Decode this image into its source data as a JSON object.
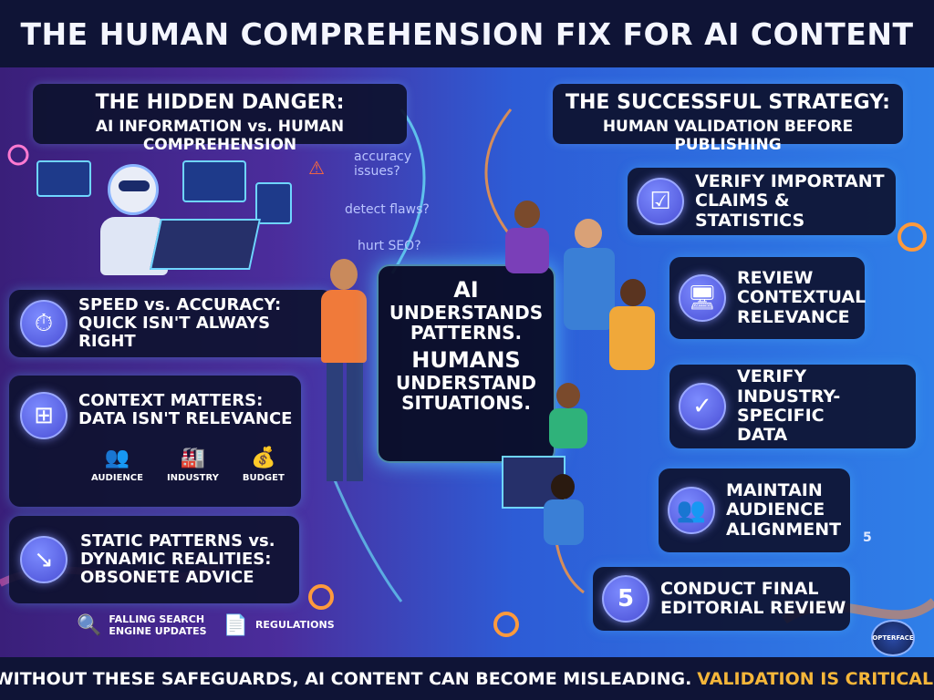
{
  "title": "THE HUMAN COMPREHENSION FIX FOR AI CONTENT",
  "left_header": {
    "line1": "THE HIDDEN DANGER:",
    "line2": "AI INFORMATION vs. HUMAN COMPREHENSION"
  },
  "right_header": {
    "line1": "THE SUCCESSFUL STRATEGY:",
    "line2": "HUMAN VALIDATION BEFORE PUBLISHING"
  },
  "floating_questions": [
    "accuracy issues?",
    "detect flaws?",
    "hurt SEO?"
  ],
  "left_cards": [
    {
      "icon": "stopwatch-icon",
      "line1": "SPEED vs. ACCURACY:",
      "line2": "QUICK ISN'T ALWAYS RIGHT"
    },
    {
      "icon": "network-icon",
      "line1": "CONTEXT MATTERS:",
      "line2": "DATA ISN'T RELEVANCE"
    },
    {
      "icon": "trend-down-icon",
      "line1": "STATIC PATTERNS vs.",
      "line2": "DYNAMIC REALITIES:",
      "line3": "OBSONETE ADVICE"
    }
  ],
  "context_icons": [
    {
      "icon": "audience-icon",
      "label": "AUDIENCE"
    },
    {
      "icon": "factory-icon",
      "label": "INDUSTRY"
    },
    {
      "icon": "money-bag-icon",
      "label": "BUDGET"
    }
  ],
  "bottom_left_items": [
    {
      "icon": "search-icon",
      "line1": "FALLING SEARCH",
      "line2": "ENGINE UPDATES"
    },
    {
      "icon": "document-icon",
      "line1": "REGULATIONS",
      "line2": ""
    }
  ],
  "center": {
    "line1": "AI",
    "line2": "UNDERSTANDS",
    "line3": "PATTERNS.",
    "line4": "HUMANS",
    "line5": "UNDERSTAND",
    "line6": "SITUATIONS."
  },
  "right_cards": [
    {
      "icon": "checklist-icon",
      "line1": "VERIFY IMPORTANT",
      "line2": "CLAIMS & STATISTICS",
      "line3": ""
    },
    {
      "icon": "monitor-icon",
      "line1": "REVIEW",
      "line2": "CONTEXTUAL",
      "line3": "RELEVANCE"
    },
    {
      "icon": "check-circle-icon",
      "line1": "VERIFY",
      "line2": "INDUSTRY-SPECIFIC",
      "line3": "DATA"
    },
    {
      "icon": "people-icon",
      "line1": "MAINTAIN",
      "line2": "AUDIENCE",
      "line3": "ALIGNMENT"
    },
    {
      "icon": "number-five-icon",
      "icon_text": "5",
      "line1": "CONDUCT FINAL",
      "line2": "EDITORIAL REVIEW",
      "line3": ""
    }
  ],
  "side_number": "5",
  "footer": {
    "main": "WITHOUT THESE SAFEGUARDS, AI CONTENT CAN BECOME MISLEADING.",
    "highlight": "VALIDATION IS CRITICAL."
  },
  "logo_text": "OPTERFACE",
  "colors": {
    "dark_bar": "#0f1436",
    "accent_orange": "#f5b63a",
    "card_bg": "#0e1230",
    "icon_purple": "#5a5fe0"
  }
}
